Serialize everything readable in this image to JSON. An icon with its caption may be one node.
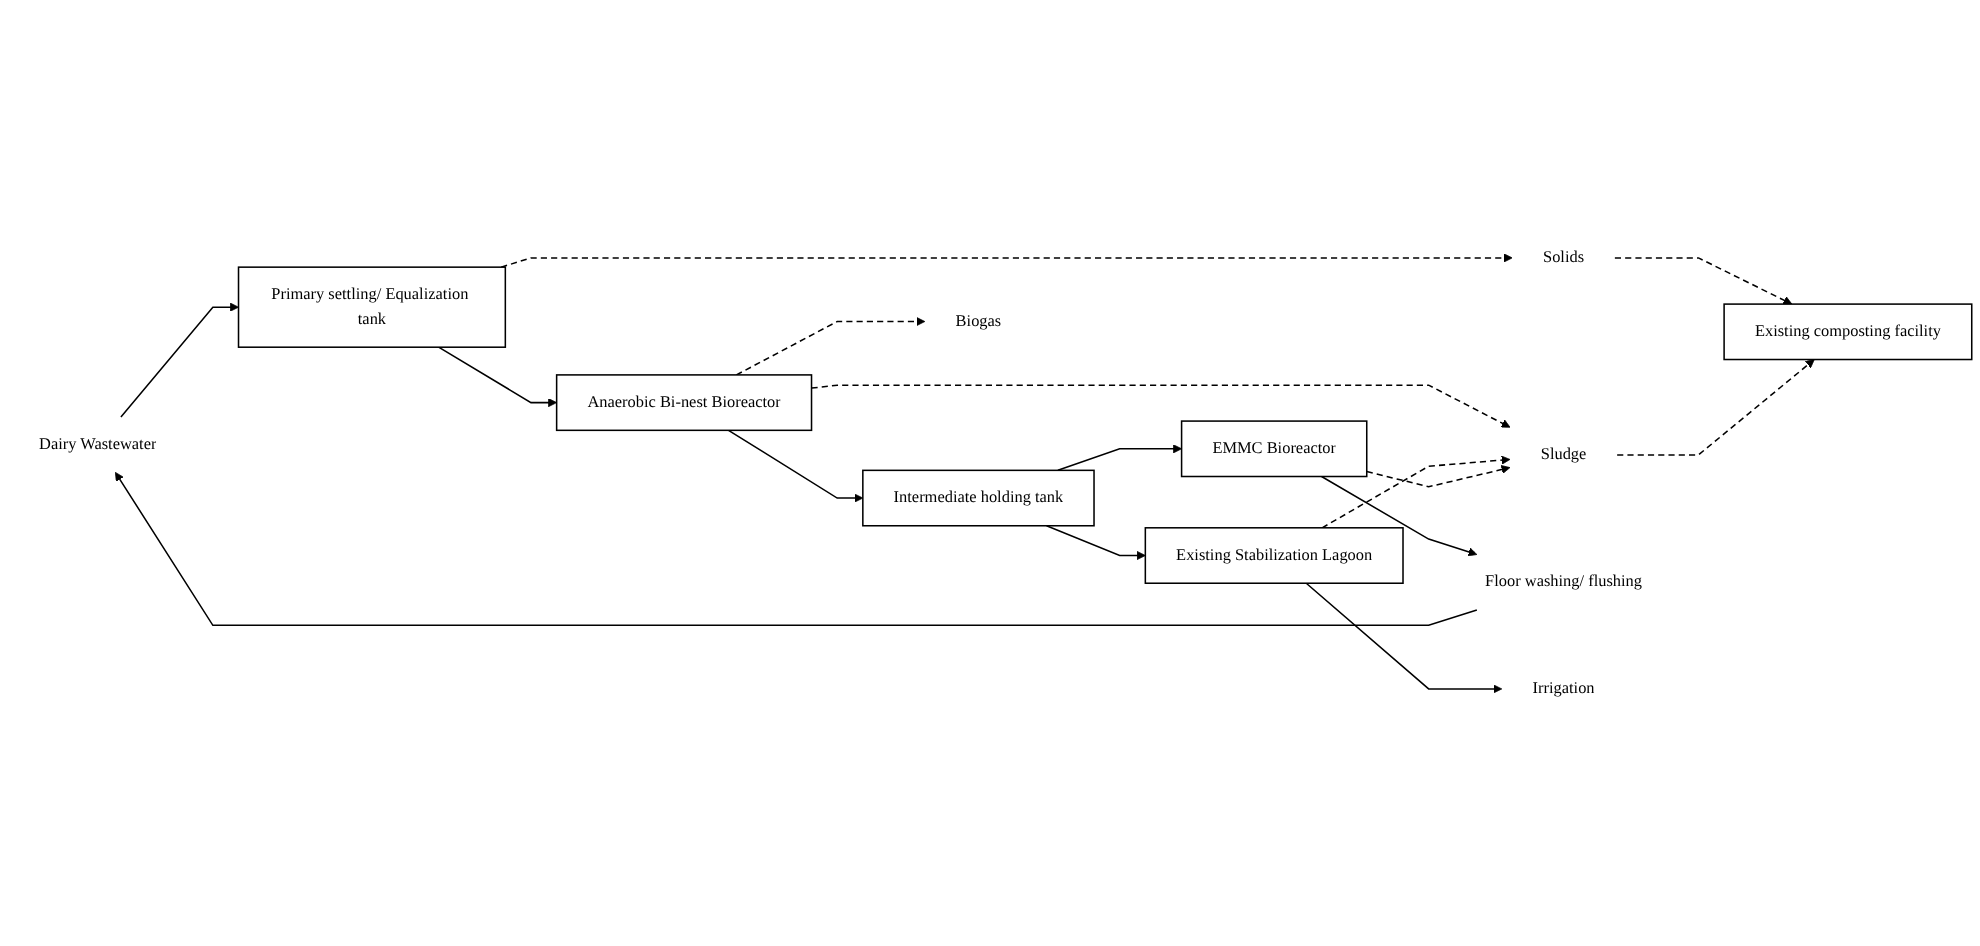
{
  "diagram": {
    "nodes": [
      {
        "text": [
          "Dairy Wastewater"
        ]
      },
      {
        "text": [
          "Primary settling/ Equalization tank"
        ]
      },
      {
        "text": [
          "Anaerobic Bi-nest Bioreactor"
        ]
      },
      {
        "text": [
          "Intermediate holding tank"
        ]
      },
      {
        "text": [
          "Biogas"
        ]
      },
      {
        "text": [
          "Solids"
        ]
      },
      {
        "text": [
          "Existing composting facility"
        ]
      },
      {
        "text": [
          "Sludge"
        ]
      },
      {
        "text": [
          "Existing Stabilization Lagoon"
        ]
      },
      {
        "text": [
          "EMMC Bioreactor"
        ]
      },
      {
        "text": [
          "Floor washing/ flushing"
        ]
      },
      {
        "text": [
          "Irrigation"
        ]
      }
    ],
    "edges": [
      {
        "from": 0,
        "to": 1,
        "arrow": "to"
      },
      {
        "from": 1,
        "to": 2,
        "arrow": "to"
      },
      {
        "from": 2,
        "to": 3,
        "arrow": "to"
      },
      {
        "from": 2,
        "to": 4,
        "arrow": "to",
        "style": "dashed"
      },
      {
        "from": 1,
        "to": 5,
        "arrow": "to",
        "style": "dashed"
      },
      {
        "from": 5,
        "to": 6,
        "arrow": "to",
        "style": "dashed"
      },
      {
        "from": 2,
        "to": 7,
        "arrow": "to",
        "style": "dashed"
      },
      {
        "from": 7,
        "to": 6,
        "arrow": "to",
        "style": "dashed"
      },
      {
        "from": 8,
        "to": 7,
        "arrow": "to",
        "style": "dashed"
      },
      {
        "from": 3,
        "to": 8,
        "arrow": "to"
      },
      {
        "from": 3,
        "to": 9,
        "arrow": "to"
      },
      {
        "from": 9,
        "to": 7,
        "arrow": "to",
        "style": "dashed"
      },
      {
        "from": 9,
        "to": 10,
        "arrow": "to"
      },
      {
        "from": 8,
        "to": 11,
        "arrow": "to"
      },
      {
        "from": 10,
        "to": 0,
        "arrow": "to"
      }
    ]
  }
}
